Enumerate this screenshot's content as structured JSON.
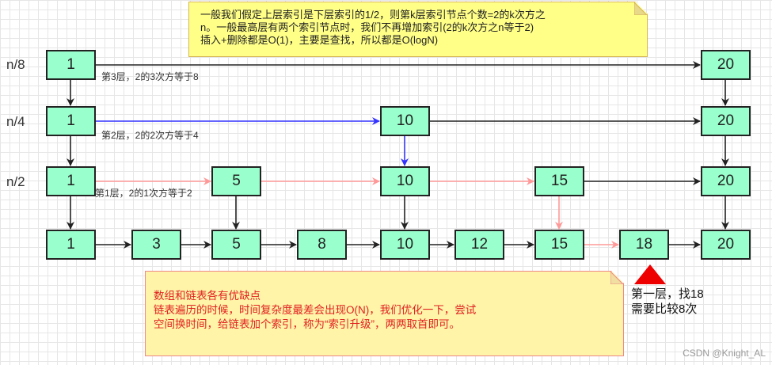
{
  "level_labels": [
    "n/8",
    "n/4",
    "n/2"
  ],
  "levels": [
    {
      "name": "index-level-3",
      "nodes": [
        "1",
        "20"
      ],
      "caption": "第3层，2的3次方等于8"
    },
    {
      "name": "index-level-2",
      "nodes": [
        "1",
        "10",
        "20"
      ],
      "caption": "第2层，2的2次方等于4"
    },
    {
      "name": "index-level-1",
      "nodes": [
        "1",
        "5",
        "10",
        "15",
        "20"
      ],
      "caption": "第1层，2的1次方等于2"
    },
    {
      "name": "base-list",
      "nodes": [
        "1",
        "3",
        "5",
        "8",
        "10",
        "12",
        "15",
        "18",
        "20"
      ],
      "caption": ""
    }
  ],
  "top_note": {
    "lines": [
      "一般我们假定上层索引是下层索引的1/2，则第k层索引节点个数=2的k次方之",
      "n。一般最高层有两个索引节点时，我们不再增加索引(2的k次方之n等于2)",
      "插入+删除都是O(1)，主要是查找，所以都是O(logN)"
    ]
  },
  "bottom_note": {
    "lines": [
      "数组和链表各有优缺点",
      "链表遍历的时候，时间复杂度最差会出现O(N)，我们优化一下，尝试",
      "空间换时间，给链表加个索引，称为“索引升级”，两两取首即可。"
    ]
  },
  "search_note": {
    "lines": [
      "第一层，找18",
      "需要比较8次"
    ]
  },
  "watermark": "CSDN @Knight_AL",
  "colors": {
    "node_fill": "#99ffcc",
    "arrow_default": "#222222",
    "arrow_level2": "#3333ff",
    "arrow_level1": "#ff9999",
    "note_fill": "#ffff88",
    "marker": "#ee0000"
  }
}
